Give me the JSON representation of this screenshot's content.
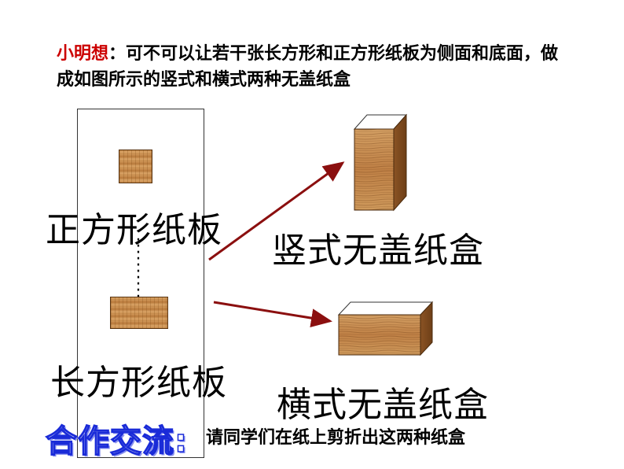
{
  "intro": {
    "speaker": "小明想",
    "text": "：可不可以让若干张长方形和正方形纸板为侧面和底面，做成如图所示的竖式和横式两种无盖纸盒"
  },
  "labels": {
    "square_board": "正方形纸板",
    "rect_board": "长方形纸板",
    "tall_box": "竖式无盖纸盒",
    "flat_box": "横式无盖纸盒",
    "dots": "⋮"
  },
  "footer": {
    "title": "合作交流",
    "colon": ":",
    "text": "请同学们在纸上剪折出这两种纸盒"
  },
  "colors": {
    "speaker": "#cc0000",
    "arrow": "#8b0f0f",
    "footer_title": "#1a2bd8",
    "wood": "#c58a4a"
  }
}
